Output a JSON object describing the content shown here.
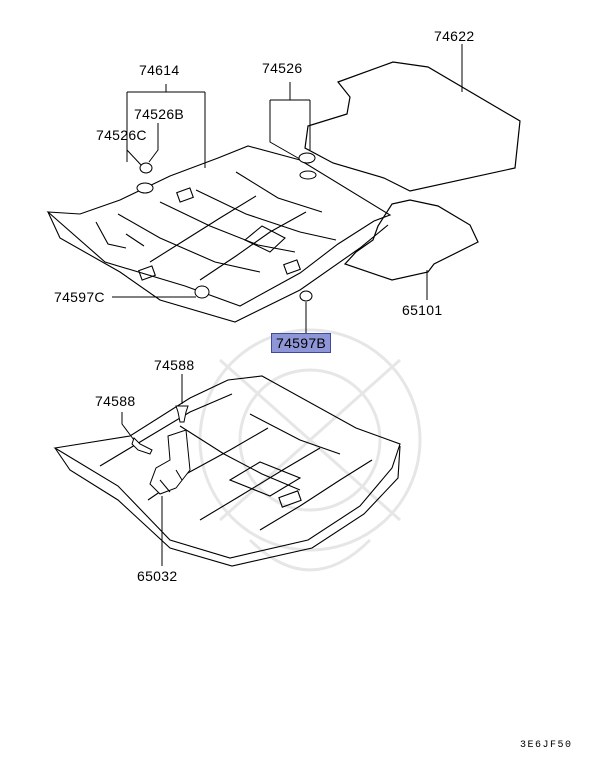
{
  "parts": {
    "p74622": "74622",
    "p74614": "74614",
    "p74526": "74526",
    "p74526b": "74526B",
    "p74526c": "74526C",
    "p74597c": "74597C",
    "p74597b": "74597B",
    "p65101": "65101",
    "p74588_top": "74588",
    "p74588_left": "74588",
    "p65032": "65032"
  },
  "highlighted_part": "74597B",
  "highlight_color": "#8e96d8",
  "diagram_code": "3E6JF50"
}
